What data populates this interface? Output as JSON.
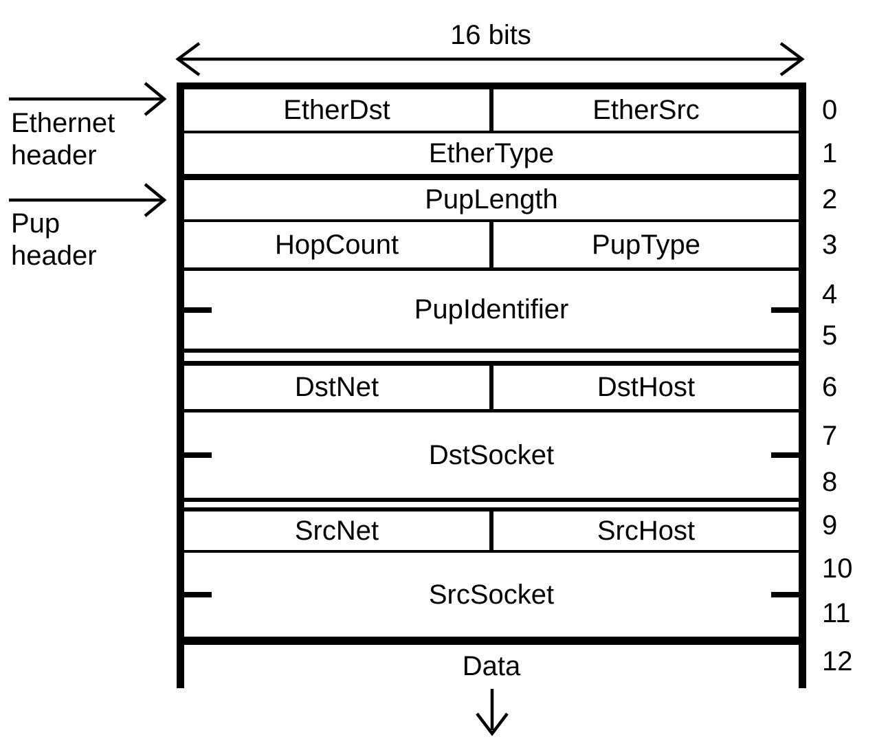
{
  "colors": {
    "ink": "#000000",
    "paper": "#ffffff"
  },
  "top_scale": {
    "label": "16 bits"
  },
  "side_labels": [
    {
      "line1": "Ethernet",
      "line2": "header"
    },
    {
      "line1": "Pup",
      "line2": "header"
    }
  ],
  "packet": {
    "rows": {
      "r0": {
        "left": "EtherDst",
        "right": "EtherSrc"
      },
      "r1": {
        "label": "EtherType"
      },
      "r2": {
        "label": "PupLength"
      },
      "r3": {
        "left": "HopCount",
        "right": "PupType"
      },
      "r45": {
        "label": "PupIdentifier"
      },
      "r6": {
        "left": "DstNet",
        "right": "DstHost"
      },
      "r78": {
        "label": "DstSocket"
      },
      "r9": {
        "left": "SrcNet",
        "right": "SrcHost"
      },
      "r1011": {
        "label": "SrcSocket"
      },
      "r12": {
        "label": "Data"
      }
    }
  },
  "word_numbers": [
    {
      "label": "0"
    },
    {
      "label": "1"
    },
    {
      "label": "2"
    },
    {
      "label": "3"
    },
    {
      "label": "4"
    },
    {
      "label": "5"
    },
    {
      "label": "6"
    },
    {
      "label": "7"
    },
    {
      "label": "8"
    },
    {
      "label": "9"
    },
    {
      "label": "10"
    },
    {
      "label": "11"
    },
    {
      "label": "12"
    }
  ],
  "icons": {
    "bits_span_arrow": "double-headed-horizontal-arrow",
    "ethernet_arrow": "right-arrow",
    "pup_arrow": "right-arrow",
    "data_arrow": "down-arrow"
  }
}
